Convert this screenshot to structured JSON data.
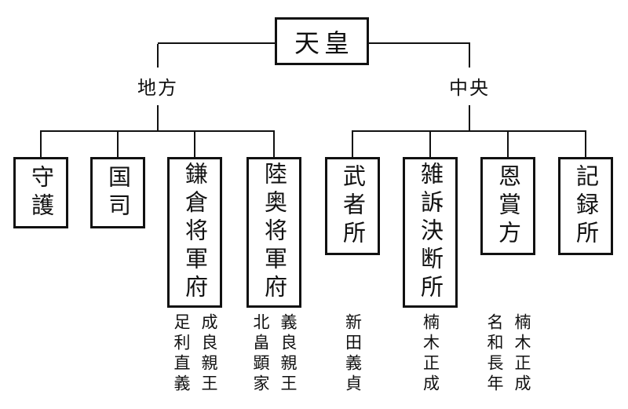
{
  "root": {
    "label": "天皇"
  },
  "branches": [
    {
      "label": "地方",
      "children": [
        {
          "label": "守護"
        },
        {
          "label": "国司"
        },
        {
          "label": "鎌倉将軍府",
          "officials": "成良親王\n足利直義"
        },
        {
          "label": "陸奥将軍府",
          "officials": "義良親王\n北畠顕家"
        }
      ]
    },
    {
      "label": "中央",
      "children": [
        {
          "label": "武者所",
          "officials": "新田義貞"
        },
        {
          "label": "雑訴決断所",
          "officials": "楠木正成"
        },
        {
          "label": "恩賞方",
          "officials": "楠木正成\n名和長年"
        },
        {
          "label": "記録所"
        }
      ]
    }
  ],
  "colors": {
    "line": "#111111",
    "text": "#111111",
    "background": "#ffffff"
  }
}
